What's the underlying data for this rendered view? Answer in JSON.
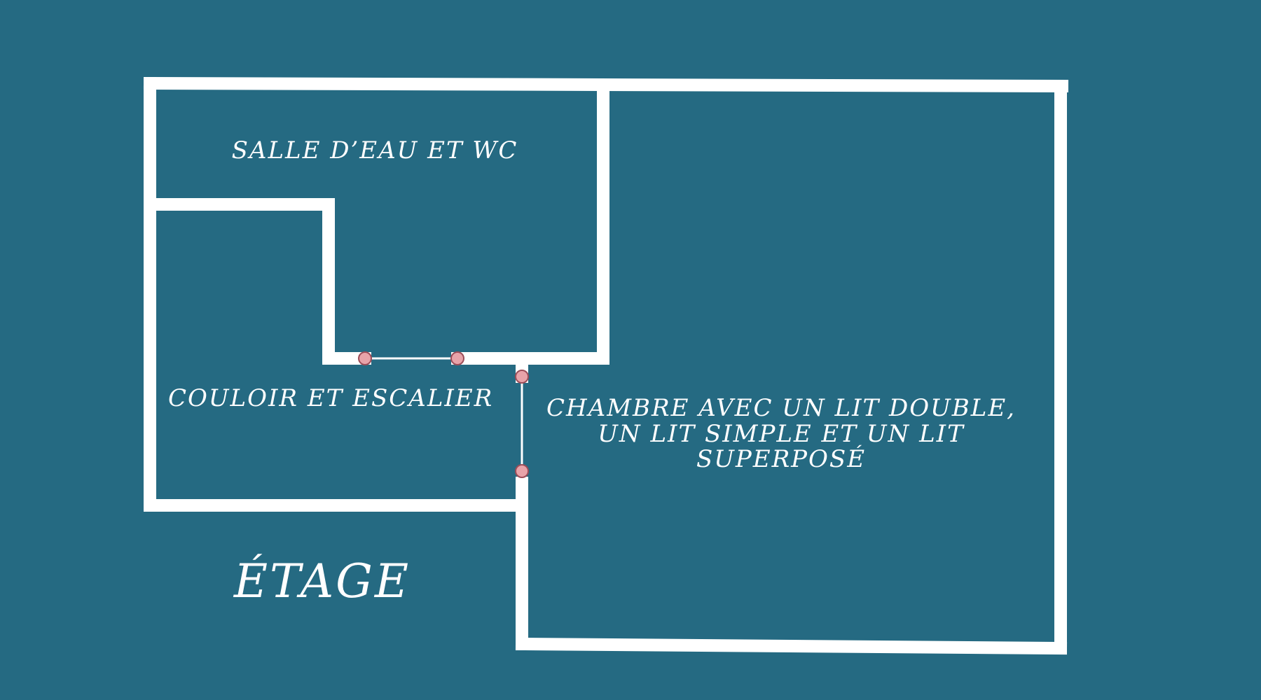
{
  "floor_label": "ÉTAGE",
  "rooms": {
    "bathroom": {
      "label": "SALLE D’EAU ET WC"
    },
    "corridor": {
      "label": "COULOIR ET ESCALIER"
    },
    "bedroom": {
      "label_lines": [
        "CHAMBRE AVEC UN LIT DOUBLE,",
        "UN LIT SIMPLE ET UN LIT",
        "SUPERPOSÉ"
      ]
    }
  },
  "doors": [
    {
      "id": "bathroom-door",
      "orientation": "horizontal"
    },
    {
      "id": "bedroom-door",
      "orientation": "vertical"
    }
  ],
  "colors": {
    "background": "#256a82",
    "walls": "#ffffff",
    "door_hinge_fill": "#e8a3a9",
    "door_hinge_stroke": "#9c4d58"
  }
}
